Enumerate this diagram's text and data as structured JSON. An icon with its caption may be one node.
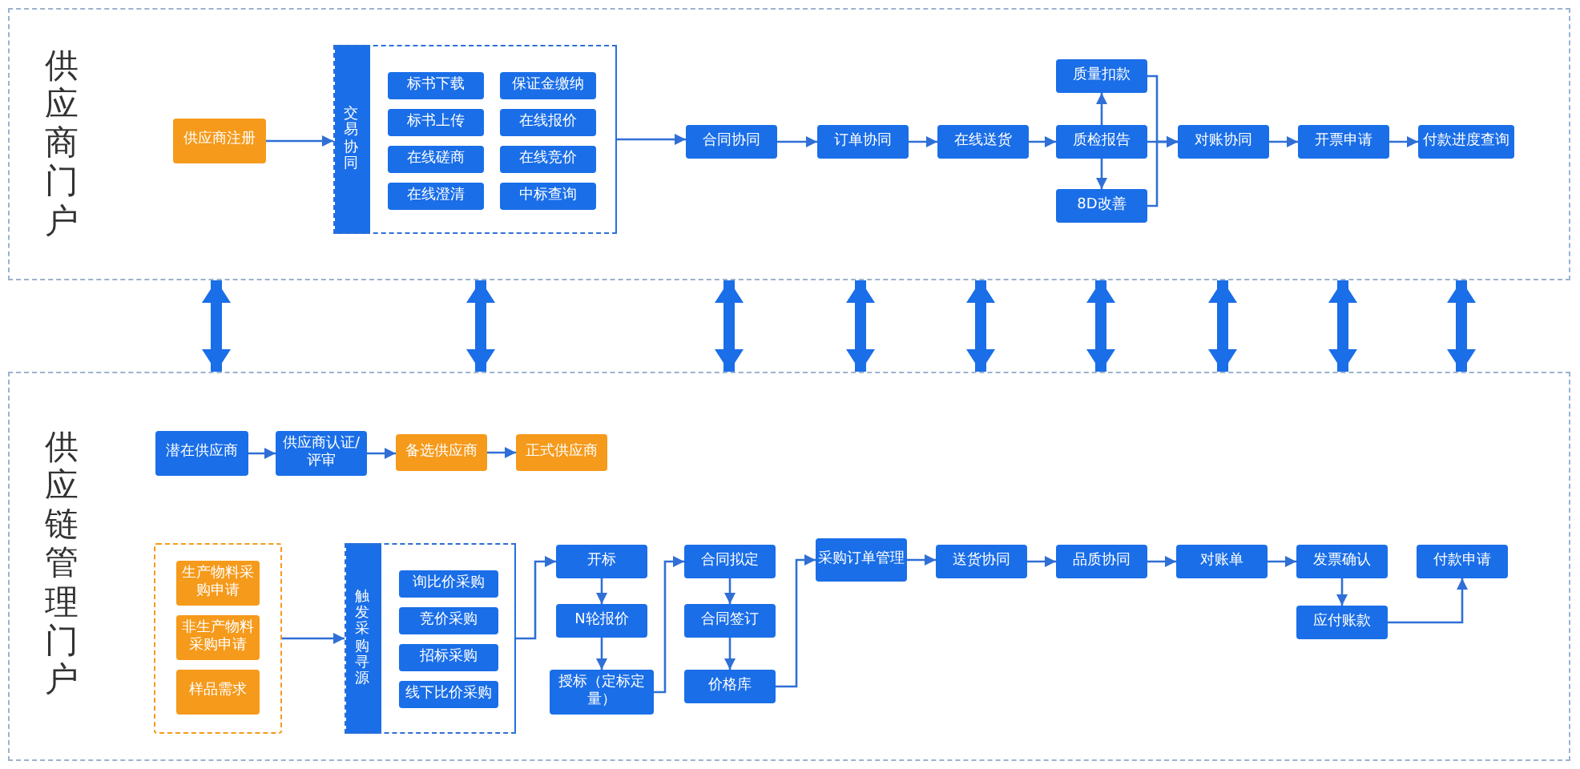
{
  "diagram": {
    "nodes": [
      {
        "text": [
          "供应商门户"
        ]
      },
      {
        "text": [
          "供应商注册"
        ],
        "in": 0
      },
      {
        "text": [
          "交易协同"
        ],
        "in": 0
      },
      {
        "text": [
          "标书下载"
        ],
        "in": 2
      },
      {
        "text": [
          "标书上传"
        ],
        "in": 2
      },
      {
        "text": [
          "在线磋商"
        ],
        "in": 2
      },
      {
        "text": [
          "在线澄清"
        ],
        "in": 2
      },
      {
        "text": [
          "保证金缴纳"
        ],
        "in": 2
      },
      {
        "text": [
          "在线报价"
        ],
        "in": 2
      },
      {
        "text": [
          "在线竞价"
        ],
        "in": 2
      },
      {
        "text": [
          "中标查询"
        ],
        "in": 2
      },
      {
        "text": [
          "合同协同"
        ],
        "in": 0
      },
      {
        "text": [
          "订单协同"
        ],
        "in": 0
      },
      {
        "text": [
          "在线送货"
        ],
        "in": 0
      },
      {
        "text": [
          "质量扣款"
        ],
        "in": 0
      },
      {
        "text": [
          "质检报告"
        ],
        "in": 0
      },
      {
        "text": [
          "8D改善"
        ],
        "in": 0
      },
      {
        "text": [
          "对账协同"
        ],
        "in": 0
      },
      {
        "text": [
          "开票申请"
        ],
        "in": 0
      },
      {
        "text": [
          "付款进度查询"
        ],
        "in": 0
      },
      {
        "text": [
          "供应链管理门户"
        ]
      },
      {
        "text": [
          "潜在供应商"
        ],
        "in": 20
      },
      {
        "text": [
          "供应商认证/评审"
        ],
        "in": 20
      },
      {
        "text": [
          "备选供应商"
        ],
        "in": 20
      },
      {
        "text": [
          "正式供应商"
        ],
        "in": 20
      },
      {
        "text": [],
        "shape": "box",
        "in": 20
      },
      {
        "text": [
          "生产物料采购申请"
        ],
        "in": 25
      },
      {
        "text": [
          "非生产物料采购申请"
        ],
        "in": 25
      },
      {
        "text": [
          "样品需求"
        ],
        "in": 25
      },
      {
        "text": [
          "触发采购寻源"
        ],
        "in": 20
      },
      {
        "text": [
          "询比价采购"
        ],
        "in": 29
      },
      {
        "text": [
          "竞价采购"
        ],
        "in": 29
      },
      {
        "text": [
          "招标采购"
        ],
        "in": 29
      },
      {
        "text": [
          "线下比价采购"
        ],
        "in": 29
      },
      {
        "text": [
          "开标"
        ],
        "in": 20
      },
      {
        "text": [
          "N轮报价"
        ],
        "in": 20
      },
      {
        "text": [
          "授标（定标定量）"
        ],
        "in": 20
      },
      {
        "text": [
          "合同拟定"
        ],
        "in": 20
      },
      {
        "text": [
          "合同签订"
        ],
        "in": 20
      },
      {
        "text": [
          "价格库"
        ],
        "in": 20
      },
      {
        "text": [
          "采购订单管理"
        ],
        "in": 20
      },
      {
        "text": [
          "送货协同"
        ],
        "in": 20
      },
      {
        "text": [
          "品质协同"
        ],
        "in": 20
      },
      {
        "text": [
          "对账单"
        ],
        "in": 20
      },
      {
        "text": [
          "发票确认"
        ],
        "in": 20
      },
      {
        "text": [
          "应付账款"
        ],
        "in": 20
      },
      {
        "text": [
          "付款申请"
        ],
        "in": 20
      }
    ],
    "edges": [
      {
        "from": 1,
        "to": 2,
        "arrow": "to"
      },
      {
        "from": 2,
        "to": 11,
        "arrow": "to"
      },
      {
        "from": 11,
        "to": 12,
        "arrow": "to"
      },
      {
        "from": 12,
        "to": 13,
        "arrow": "to"
      },
      {
        "from": 13,
        "to": 15,
        "arrow": "to"
      },
      {
        "from": 15,
        "to": 14,
        "arrow": "to"
      },
      {
        "from": 15,
        "to": 16,
        "arrow": "to"
      },
      {
        "from": 15,
        "to": 17,
        "arrow": "to"
      },
      {
        "from": 14,
        "to": 17,
        "arrow": "to"
      },
      {
        "from": 16,
        "to": 17,
        "arrow": "to"
      },
      {
        "from": 17,
        "to": 18,
        "arrow": "to"
      },
      {
        "from": 18,
        "to": 19,
        "arrow": "to"
      },
      {
        "from": 21,
        "to": 22,
        "arrow": "to"
      },
      {
        "from": 22,
        "to": 23,
        "arrow": "to"
      },
      {
        "from": 23,
        "to": 24,
        "arrow": "to"
      },
      {
        "from": 25,
        "to": 29,
        "arrow": "to"
      },
      {
        "from": 29,
        "to": 34,
        "arrow": "to"
      },
      {
        "from": 34,
        "to": 35,
        "arrow": "to"
      },
      {
        "from": 35,
        "to": 36,
        "arrow": "to"
      },
      {
        "from": 36,
        "to": 37,
        "arrow": "to"
      },
      {
        "from": 37,
        "to": 38,
        "arrow": "to"
      },
      {
        "from": 38,
        "to": 39,
        "arrow": "to"
      },
      {
        "from": 39,
        "to": 40,
        "arrow": "to"
      },
      {
        "from": 40,
        "to": 41,
        "arrow": "to"
      },
      {
        "from": 41,
        "to": 42,
        "arrow": "to"
      },
      {
        "from": 42,
        "to": 43,
        "arrow": "to"
      },
      {
        "from": 43,
        "to": 44,
        "arrow": "to"
      },
      {
        "from": 44,
        "to": 45,
        "arrow": "to"
      },
      {
        "from": 45,
        "to": 46,
        "arrow": "to"
      },
      {
        "from": 0,
        "to": 20,
        "arrow": "both",
        "style": "thick"
      },
      {
        "from": 0,
        "to": 20,
        "arrow": "both",
        "style": "thick"
      },
      {
        "from": 0,
        "to": 20,
        "arrow": "both",
        "style": "thick"
      },
      {
        "from": 0,
        "to": 20,
        "arrow": "both",
        "style": "thick"
      },
      {
        "from": 0,
        "to": 20,
        "arrow": "both",
        "style": "thick"
      },
      {
        "from": 0,
        "to": 20,
        "arrow": "both",
        "style": "thick"
      },
      {
        "from": 0,
        "to": 20,
        "arrow": "both",
        "style": "thick"
      },
      {
        "from": 0,
        "to": 20,
        "arrow": "both",
        "style": "thick"
      },
      {
        "from": 0,
        "to": 20,
        "arrow": "both",
        "style": "thick"
      }
    ]
  }
}
